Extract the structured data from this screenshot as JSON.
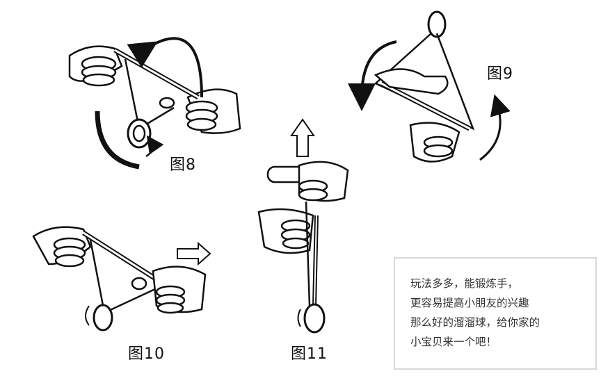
{
  "figures": {
    "fig8": "图8",
    "fig9": "图9",
    "fig10": "图10",
    "fig11": "图11"
  },
  "note": {
    "lines": [
      "玩法多多，能锻炼手，",
      "更容易提高小朋友的兴趣",
      "那么好的溜溜球，给你家的",
      "小宝贝来一个吧！"
    ]
  }
}
